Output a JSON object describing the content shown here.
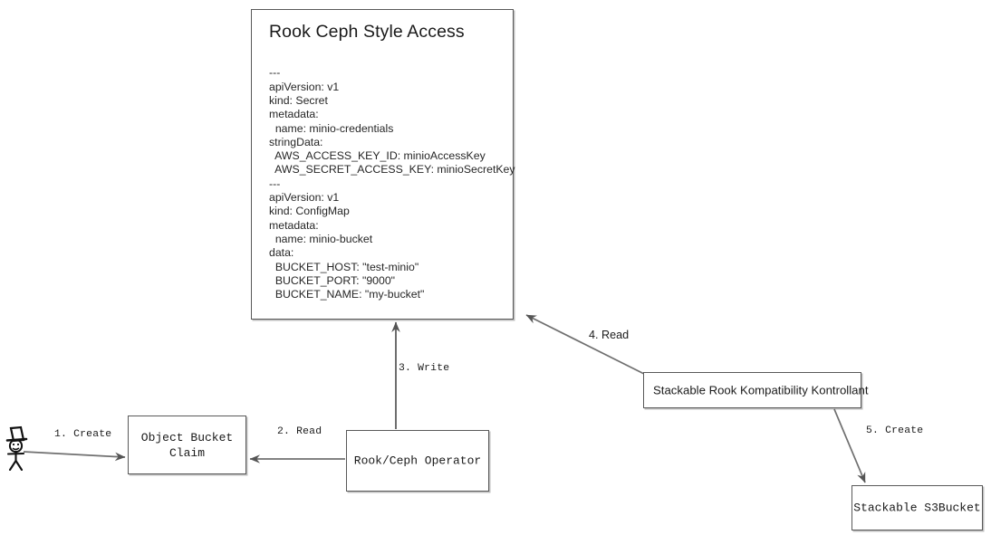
{
  "diagram": {
    "title_card": {
      "title": "Rook Ceph Style Access",
      "yaml": "---\napiVersion: v1\nkind: Secret\nmetadata:\n  name: minio-credentials\nstringData:\n  AWS_ACCESS_KEY_ID: minioAccessKey\n  AWS_SECRET_ACCESS_KEY: minioSecretKey\n---\napiVersion: v1\nkind: ConfigMap\nmetadata:\n  name: minio-bucket\ndata:\n  BUCKET_HOST: \"test-minio\"\n  BUCKET_PORT: \"9000\"\n  BUCKET_NAME: \"my-bucket\""
    },
    "nodes": {
      "actor": "stick-figure-user",
      "object_bucket_claim": "Object Bucket\nClaim",
      "operator": "Rook/Ceph Operator",
      "kontrollant": "Stackable Rook Kompatibility Kontrollant",
      "s3bucket": "Stackable S3Bucket"
    },
    "edges": [
      {
        "id": "e1",
        "label": "1. Create",
        "from": "actor",
        "to": "object_bucket_claim"
      },
      {
        "id": "e2",
        "label": "2. Read",
        "from": "operator",
        "to": "object_bucket_claim"
      },
      {
        "id": "e3",
        "label": "3. Write",
        "from": "operator",
        "to": "title_card"
      },
      {
        "id": "e4",
        "label": "4. Read",
        "from": "kontrollant",
        "to": "title_card"
      },
      {
        "id": "e5",
        "label": "5. Create",
        "from": "kontrollant",
        "to": "s3bucket"
      }
    ],
    "colors": {
      "stroke": "#595959",
      "arrow": "#555555",
      "text": "#1a1a1a",
      "background": "#ffffff"
    }
  }
}
